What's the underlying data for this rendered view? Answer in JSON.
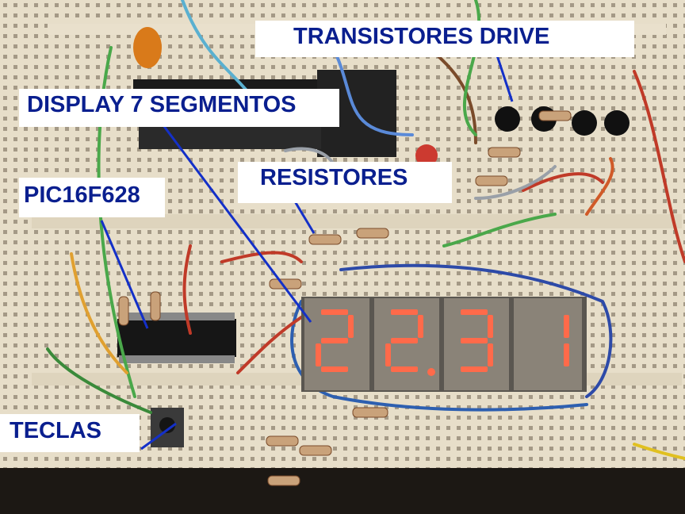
{
  "labels": {
    "transistores": "TRANSISTORES DRIVE",
    "display": "DISPLAY 7 SEGMENTOS",
    "resistores": "RESISTORES",
    "pic": "PIC16F628",
    "teclas": "TECLAS"
  },
  "display_readout": "22.31",
  "colors": {
    "annotation_text": "#0a1f8f",
    "pointer_line": "#1430c8",
    "segment_lit": "#ff6a4a",
    "breadboard": "#e9e0cc"
  }
}
